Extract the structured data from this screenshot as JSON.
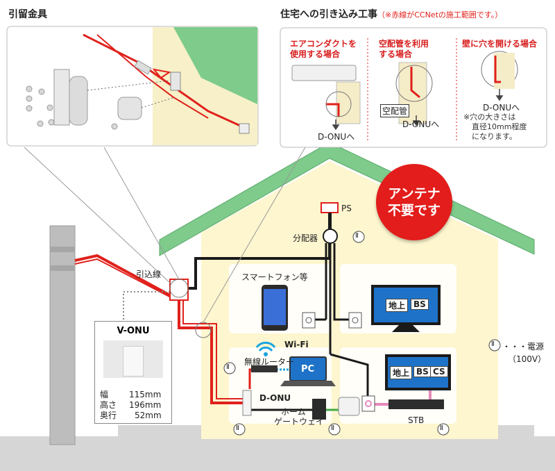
{
  "top_left": {
    "title": "引留金具"
  },
  "top_right": {
    "title": "住宅への引き込み工事",
    "note": "（※赤線がCCNetの施工範囲です。）",
    "cases": [
      {
        "line1": "エアコンダクトを",
        "line2": "使用する場合",
        "caption": "D-ONUへ"
      },
      {
        "line1": "空配管を利用",
        "line2": "する場合",
        "tag": "空配管",
        "caption": "D-ONUへ"
      },
      {
        "line1": "壁に穴を開ける場合",
        "line2": "",
        "caption": "D-ONUへ",
        "note1": "※穴の大きさは",
        "note2": "直径10mm程度",
        "note3": "になります。"
      }
    ]
  },
  "badge": {
    "line1": "アンテナ",
    "line2": "不要です"
  },
  "labels": {
    "ps": "PS",
    "splitter": "分配器",
    "drop_line": "引込線",
    "smartphone": "スマートフォン等",
    "wifi": "Wi-Fi",
    "router": "無線ルーター",
    "pc": "PC",
    "d_onu": "D-ONU",
    "home_gateway_1": "ホーム",
    "home_gateway_2": "ゲートウェイ",
    "stb": "STB",
    "power_symbol": "Ⅱ",
    "power_legend": "・・・電源",
    "power_legend_sub": "（100V）"
  },
  "tv_upper": {
    "ch1": "地上",
    "ch2": "BS"
  },
  "tv_lower": {
    "ch1": "地上",
    "ch2": "BS",
    "ch3": "CS"
  },
  "vonu": {
    "title": "V-ONU",
    "specs": [
      {
        "label": "幅",
        "value": "115mm"
      },
      {
        "label": "高さ",
        "value": "196mm"
      },
      {
        "label": "奥行",
        "value": "52mm"
      }
    ]
  },
  "colors": {
    "red_line": "#e0201b",
    "black_line": "#1a1a1a",
    "roof": "#7ecb8b",
    "wall": "#fdf6cf",
    "badge": "#e21d1b"
  }
}
